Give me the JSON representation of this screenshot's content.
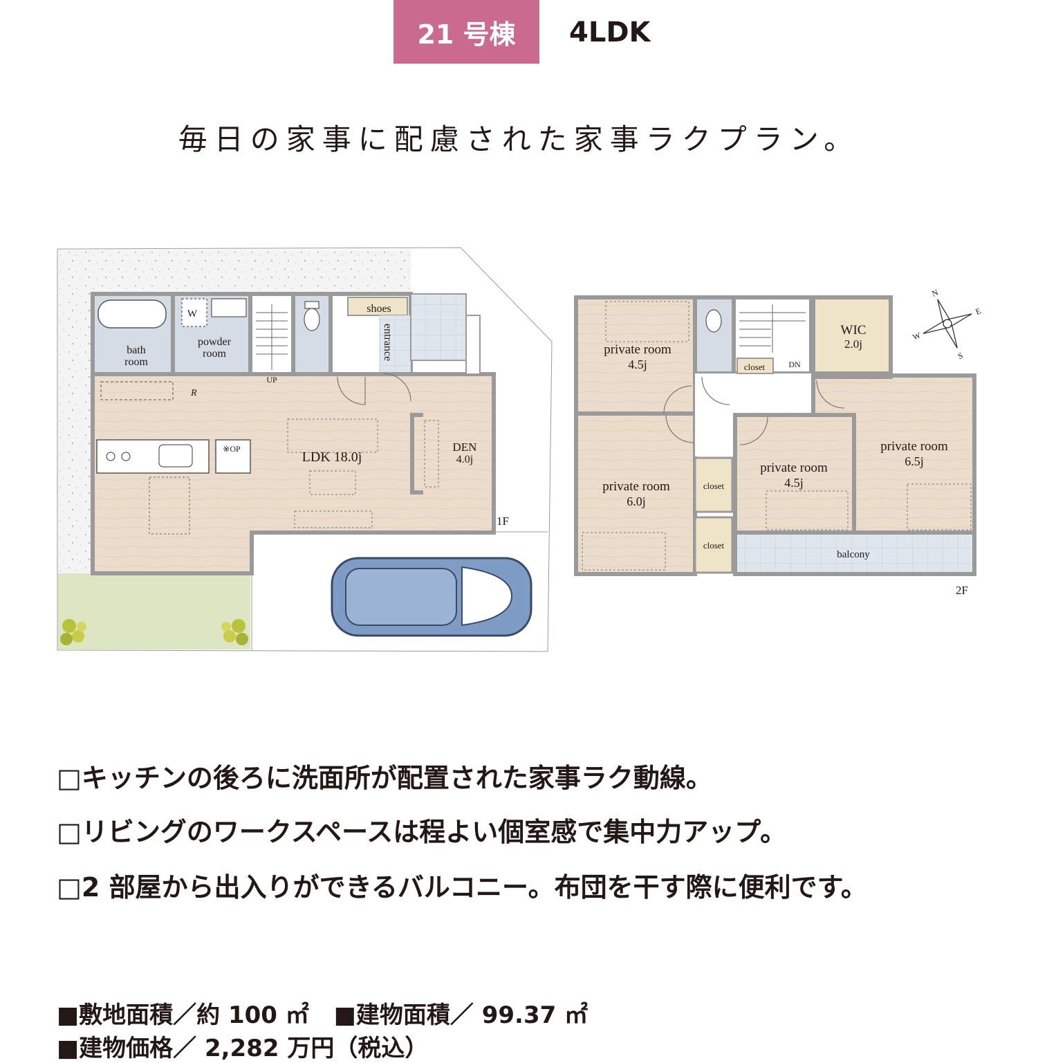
{
  "header": {
    "building": "21 号棟",
    "layout": "4LDK"
  },
  "catchphrase": "毎日の家事に配慮された家事ラクプラン。",
  "floor1": {
    "label": "1F",
    "rooms": {
      "bath_1": "bath",
      "bath_2": "room",
      "powder_1": "powder",
      "powder_2": "room",
      "washer": "W",
      "shoes": "shoes",
      "entrance": "entrance",
      "up": "UP",
      "fridge": "R",
      "option": "※OP",
      "ldk": "LDK 18.0j",
      "den_name": "DEN",
      "den_size": "4.0j"
    }
  },
  "floor2": {
    "label": "2F",
    "rooms": {
      "pr_a_name": "private room",
      "pr_a_size": "4.5j",
      "pr_b_name": "private room",
      "pr_b_size": "6.0j",
      "pr_c_name": "private room",
      "pr_c_size": "4.5j",
      "pr_d_name": "private room",
      "pr_d_size": "6.5j",
      "wic_name": "WIC",
      "wic_size": "2.0j",
      "closet_top": "closet",
      "closet_mid": "closet",
      "closet_low": "closet",
      "dn": "DN",
      "balcony": "balcony"
    }
  },
  "compass": {
    "n": "N",
    "e": "E",
    "s": "S",
    "w": "W"
  },
  "features": [
    "□キッチンの後ろに洗面所が配置された家事ラク動線。",
    "□リビングのワークスペースは程よい個室感で集中力アップ。",
    "□2 部屋から出入りができるバルコニー。布団を干す際に便利です。"
  ],
  "specs": {
    "land_area": "■敷地面積／約 100 ㎡",
    "building_area": "■建物面積／ 99.37 ㎡",
    "price": "■建物価格／ 2,282 万円（税込）"
  },
  "colors": {
    "badge": "#c96a8e",
    "floor": "#ecdccb",
    "wall": "#9a9a9a",
    "wet": "#d5dce6",
    "lawn": "#dde6c2",
    "car": "#7e9cc6",
    "gravel": "#f3f3f3"
  }
}
